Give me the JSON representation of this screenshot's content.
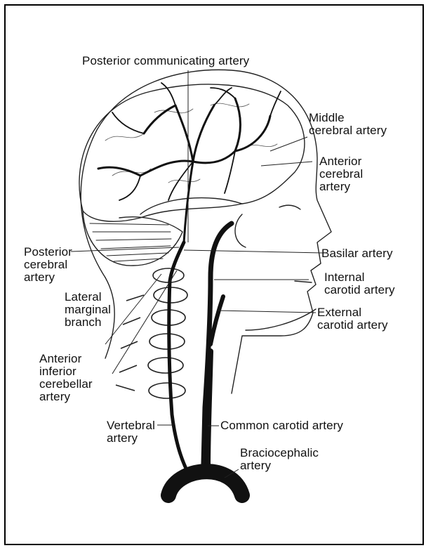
{
  "labels": {
    "posterior_communicating": "Posterior communicating artery",
    "middle_cerebral": "Middle\ncerebral artery",
    "anterior_cerebral": "Anterior\ncerebral\nartery",
    "posterior_cerebral": "Posterior\ncerebral\nartery",
    "basilar": "Basilar artery",
    "lateral_marginal": "Lateral\nmarginal\nbranch",
    "internal_carotid": "Internal\ncarotid artery",
    "external_carotid": "External\ncarotid artery",
    "anterior_inferior_cerebellar": "Anterior\ninferior\ncerebellar\nartery",
    "vertebral": "Vertebral\nartery",
    "common_carotid": "Common carotid artery",
    "braciocephalic": "Braciocephalic\nartery"
  }
}
